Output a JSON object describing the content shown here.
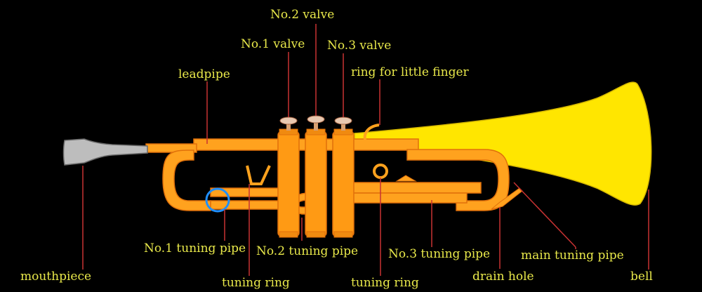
{
  "colors": {
    "background": "#000000",
    "label_text": "#e8e84a",
    "leader_line": "#c83232",
    "brass": "#ff9f1c",
    "brass_outline": "#e0700a",
    "bell": "#ffe600",
    "mouthpiece": "#b8b8b8",
    "tuning_highlight": "#1f8fff"
  },
  "labels": {
    "valve2": "No.2 valve",
    "valve1": "No.1 valve",
    "valve3": "No.3 valve",
    "little_finger_ring": "ring for little finger",
    "leadpipe": "leadpipe",
    "mouthpiece": "mouthpiece",
    "tuning_pipe1": "No.1 tuning pipe",
    "tuning_pipe2": "No.2 tuning pipe",
    "tuning_pipe3": "No.3 tuning pipe",
    "main_tuning_pipe": "main tuning pipe",
    "tuning_ring_left": "tuning ring",
    "tuning_ring_right": "tuning ring",
    "drain_hole": "drain hole",
    "bell": "bell"
  }
}
